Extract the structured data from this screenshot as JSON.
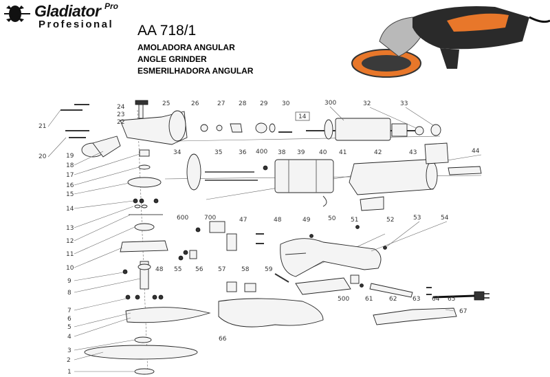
{
  "brand": {
    "name": "Gladiator",
    "superscript": "Pro",
    "subtitle": "Profesional"
  },
  "header": {
    "model": "AA 718/1",
    "title_es": "AMOLADORA ANGULAR",
    "title_en": "ANGLE GRINDER",
    "title_pt": "ESMERILHADORA ANGULAR"
  },
  "colors": {
    "tool_orange": "#e8772a",
    "tool_body": "#2a2a2a",
    "guard_grey": "#b9b9b9"
  },
  "part_labels": [
    "1",
    "2",
    "3",
    "4",
    "5",
    "6",
    "7",
    "8",
    "9",
    "10",
    "11",
    "12",
    "13",
    "14",
    "15",
    "16",
    "17",
    "18",
    "19",
    "20",
    "21",
    "22",
    "23",
    "24",
    "25",
    "26",
    "27",
    "28",
    "29",
    "30",
    "14",
    "300",
    "32",
    "33",
    "34",
    "35",
    "36",
    "400",
    "38",
    "39",
    "40",
    "41",
    "42",
    "43",
    "44",
    "600",
    "700",
    "47",
    "48",
    "49",
    "50",
    "51",
    "52",
    "53",
    "54",
    "48",
    "55",
    "56",
    "57",
    "58",
    "59",
    "500",
    "61",
    "62",
    "63",
    "64",
    "65",
    "66",
    "67"
  ]
}
